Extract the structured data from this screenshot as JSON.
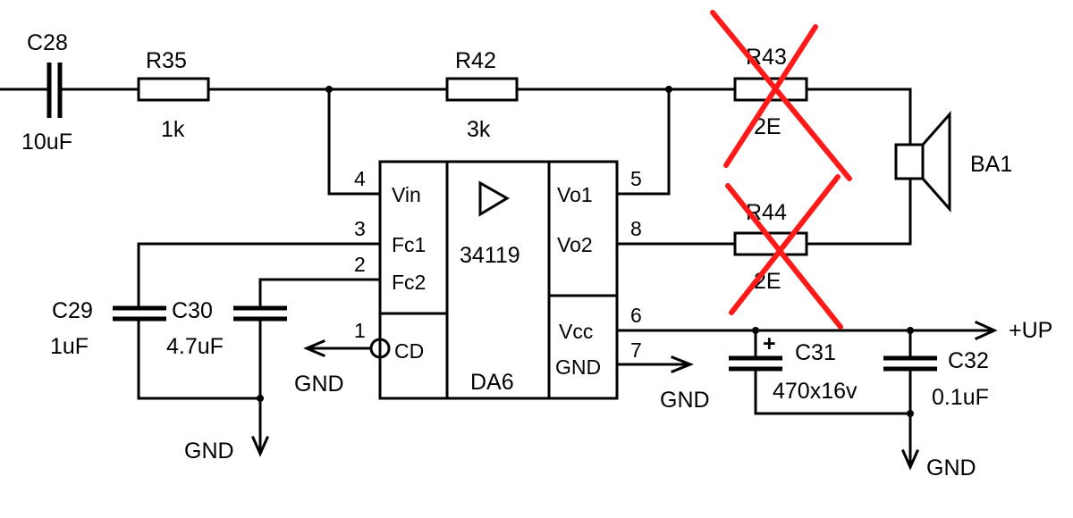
{
  "components": {
    "c28": {
      "ref": "C28",
      "value": "10uF"
    },
    "r35": {
      "ref": "R35",
      "value": "1k"
    },
    "r42": {
      "ref": "R42",
      "value": "3k"
    },
    "r43": {
      "ref": "R43",
      "value": "2E"
    },
    "r44": {
      "ref": "R44",
      "value": "2E"
    },
    "ba1": {
      "ref": "BA1"
    },
    "c29": {
      "ref": "C29",
      "value": "1uF"
    },
    "c30": {
      "ref": "C30",
      "value": "4.7uF"
    },
    "c31": {
      "ref": "C31",
      "value": "470x16v",
      "polarity": "+"
    },
    "c32": {
      "ref": "C32",
      "value": "0.1uF"
    }
  },
  "ic": {
    "ref": "DA6",
    "part": "34119",
    "pins_left": [
      {
        "num": "4",
        "name": "Vin"
      },
      {
        "num": "3",
        "name": "Fc1"
      },
      {
        "num": "2",
        "name": "Fc2"
      },
      {
        "num": "1",
        "name": "CD"
      }
    ],
    "pins_right": [
      {
        "num": "5",
        "name": "Vo1"
      },
      {
        "num": "8",
        "name": "Vo2"
      },
      {
        "num": "6",
        "name": "Vcc"
      },
      {
        "num": "7",
        "name": "GND"
      }
    ]
  },
  "nets": {
    "gnd": "GND",
    "supply": "+UP"
  },
  "markup": {
    "strike_color": "#ff1a1a",
    "struck_components": [
      "R43",
      "R44"
    ]
  }
}
